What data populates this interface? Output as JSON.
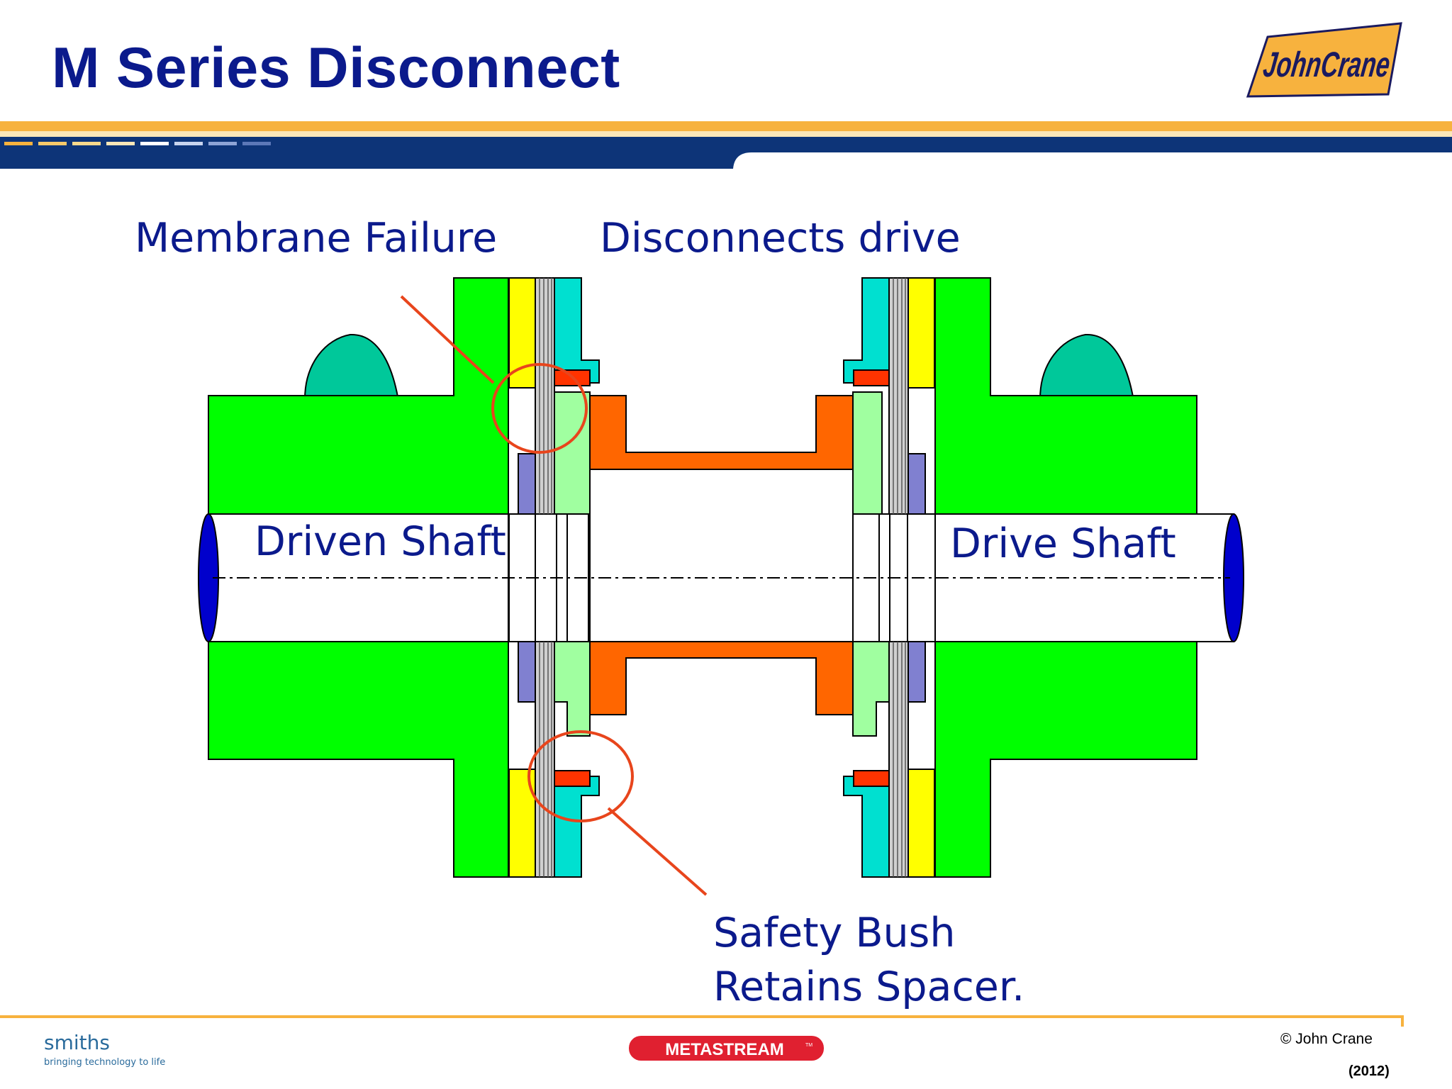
{
  "slide": {
    "title": "M Series Disconnect"
  },
  "logos": {
    "john_crane": "JohnCrane",
    "smiths_name": "smiths",
    "smiths_tagline": "bringing technology to life",
    "metastream": "METASTREAM",
    "metastream_tm": "TM"
  },
  "diagram": {
    "labels": {
      "membrane_failure": "Membrane Failure",
      "disconnects_drive": "Disconnects drive",
      "driven_shaft": "Driven Shaft",
      "drive_shaft": "Drive Shaft",
      "safety_bush_line1": "Safety Bush",
      "safety_bush_line2": "Retains Spacer."
    }
  },
  "footer": {
    "copyright": "© John Crane",
    "year": "(2012)"
  },
  "colors": {
    "title_blue": "#0b1a8c",
    "header_navy": "#0d3478",
    "header_orange": "#f7b23e",
    "hub_green": "#00ff00",
    "spacer_orange": "#ff6600",
    "flange_cyan": "#00e0d0",
    "membrane_yellow": "#ffff00",
    "adapter_lightgreen": "#a0ffa0",
    "bush_purple": "#8080d0",
    "bush_red": "#ff3300",
    "shaft_end_blue": "#0000cc",
    "arrow_teal": "#00c89a",
    "callout_red": "#e8451c"
  }
}
